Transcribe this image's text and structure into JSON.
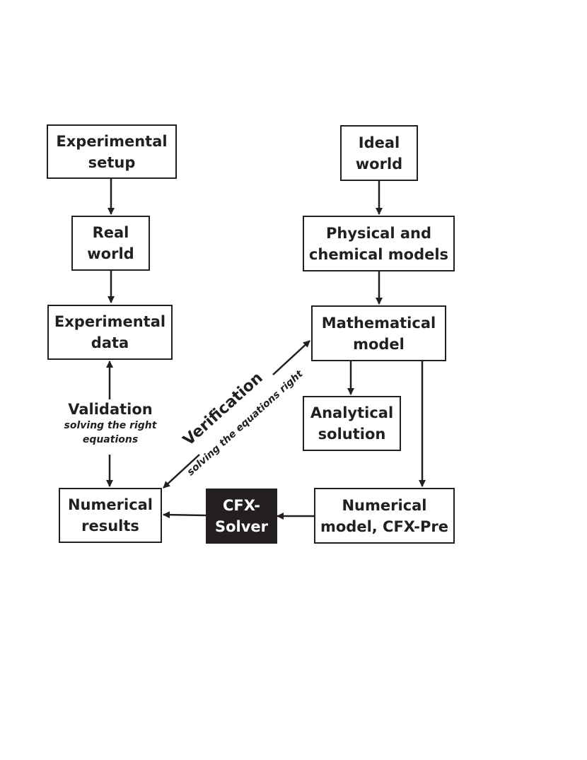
{
  "boxes": {
    "experimental_setup": {
      "line1": "Experimental",
      "line2": "setup"
    },
    "real_world": {
      "line1": "Real",
      "line2": "world"
    },
    "experimental_data": {
      "line1": "Experimental",
      "line2": "data"
    },
    "numerical_results": {
      "line1": "Numerical",
      "line2": "results"
    },
    "cfx_solver": {
      "line1": "CFX-",
      "line2": "Solver"
    },
    "numerical_model": {
      "line1": "Numerical",
      "line2": "model, CFX-Pre"
    },
    "ideal_world": {
      "line1": "Ideal",
      "line2": "world"
    },
    "physical_chemical_models": {
      "line1": "Physical and",
      "line2": "chemical models"
    },
    "mathematical_model": {
      "line1": "Mathematical",
      "line2": "model"
    },
    "analytical_solution": {
      "line1": "Analytical",
      "line2": "solution"
    }
  },
  "labels": {
    "validation": {
      "title": "Validation",
      "sub1": "solving the right",
      "sub2": "equations"
    },
    "verification": {
      "title": "Verification",
      "sub": "solving the equations right"
    }
  },
  "colors": {
    "ink": "#231f20",
    "background": "#ffffff",
    "solver_fill": "#231f20",
    "solver_text": "#ffffff"
  }
}
